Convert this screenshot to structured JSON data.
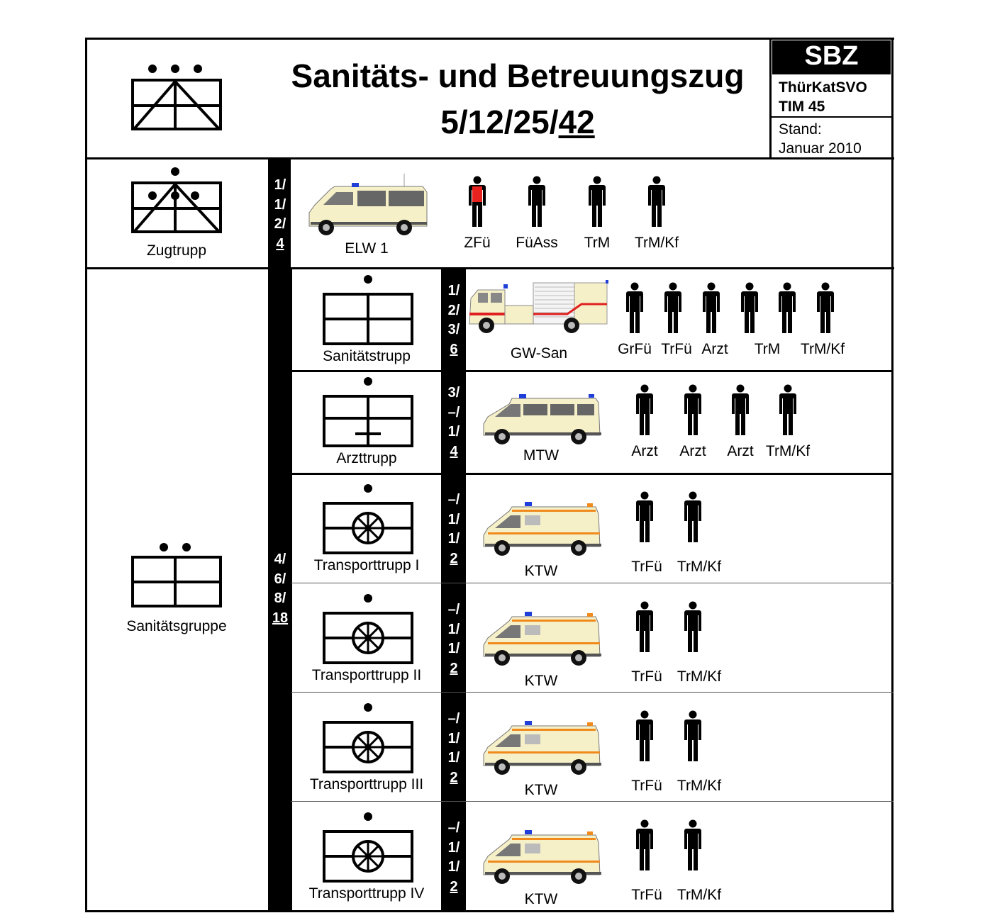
{
  "header": {
    "title": "Sanitäts- und Betreuungszug",
    "strength_prefix": "5/12/25/",
    "strength_total": "42",
    "badge": "SBZ",
    "regulation_line1": "ThürKatSVO",
    "regulation_line2": "TIM 45",
    "stand_label": "Stand:",
    "stand_date": "Januar 2010"
  },
  "zugtrupp": {
    "unit": "Zugtrupp",
    "strength": [
      "1/",
      "1/",
      "2/",
      "4"
    ],
    "vehicle": "ELW 1",
    "persons": [
      {
        "label": "ZFü",
        "color": "#e8231f"
      },
      {
        "label": "FüAss",
        "color": "#000000"
      },
      {
        "label": "TrM",
        "color": "#000000"
      },
      {
        "label": "TrM/Kf",
        "color": "#000000"
      }
    ]
  },
  "sanitaetsgruppe": {
    "unit": "Sanitätsgruppe",
    "strength": [
      "4/",
      "6/",
      "8/",
      "18"
    ],
    "rows": [
      {
        "unit": "Sanitätstrupp",
        "symbol": "cross",
        "strength": [
          "1/",
          "2/",
          "3/",
          "6"
        ],
        "vehicle": "GW-San",
        "vehicle_type": "gw",
        "person_count": 6,
        "labels": [
          "GrFü",
          "TrFü",
          "Arzt",
          "TrM",
          "TrM/Kf"
        ]
      },
      {
        "unit": "Arzttrupp",
        "symbol": "doctor",
        "strength": [
          "3/",
          "–/",
          "1/",
          "4"
        ],
        "vehicle": "MTW",
        "vehicle_type": "mtw",
        "person_count": 4,
        "labels": [
          "Arzt",
          "Arzt",
          "Arzt",
          "TrM/Kf"
        ]
      },
      {
        "unit": "Transporttrupp I",
        "symbol": "wheel",
        "strength": [
          "–/",
          "1/",
          "1/",
          "2"
        ],
        "vehicle": "KTW",
        "vehicle_type": "ktw",
        "person_count": 2,
        "labels": [
          "TrFü",
          "TrM/Kf"
        ]
      },
      {
        "unit": "Transporttrupp II",
        "symbol": "wheel",
        "strength": [
          "–/",
          "1/",
          "1/",
          "2"
        ],
        "vehicle": "KTW",
        "vehicle_type": "ktw",
        "person_count": 2,
        "labels": [
          "TrFü",
          "TrM/Kf"
        ]
      },
      {
        "unit": "Transporttrupp III",
        "symbol": "wheel",
        "strength": [
          "–/",
          "1/",
          "1/",
          "2"
        ],
        "vehicle": "KTW",
        "vehicle_type": "ktw",
        "person_count": 2,
        "labels": [
          "TrFü",
          "TrM/Kf"
        ]
      },
      {
        "unit": "Transporttrupp IV",
        "symbol": "wheel",
        "strength": [
          "–/",
          "1/",
          "1/",
          "2"
        ],
        "vehicle": "KTW",
        "vehicle_type": "ktw",
        "person_count": 2,
        "labels": [
          "TrFü",
          "TrM/Kf"
        ]
      }
    ]
  },
  "colors": {
    "vehicle_body": "#f6f0c8",
    "stripe_orange": "#f08a1c",
    "stripe_red": "#e02020",
    "light_blue": "#1f3fd8"
  }
}
